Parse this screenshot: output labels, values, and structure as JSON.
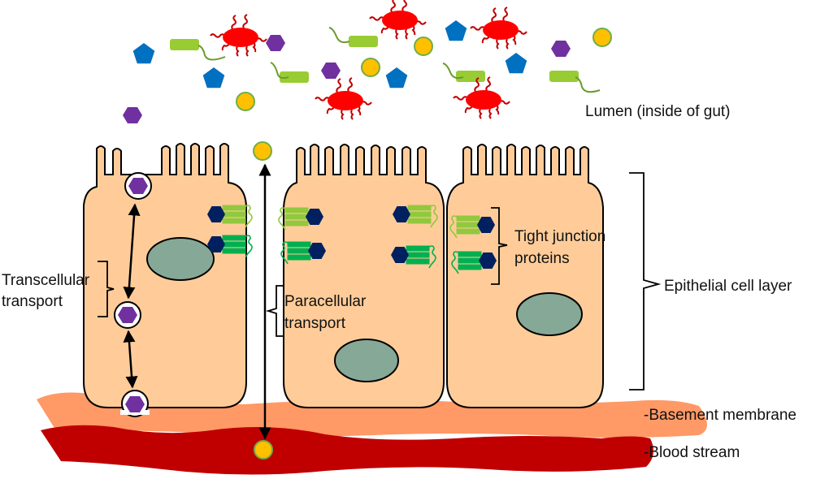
{
  "labels": {
    "lumen": "Lumen (inside of gut)",
    "transcellular_line1": "Transcellular",
    "transcellular_line2": "transport",
    "paracellular_line1": "Paracellular",
    "paracellular_line2": "transport",
    "tight_junction_line1": "Tight junction",
    "tight_junction_line2": "proteins",
    "epithelial": "Epithelial cell layer",
    "basement": "-Basement membrane",
    "blood": "-Blood stream"
  },
  "colors": {
    "cell_fill": "#FFCC99",
    "nucleus_fill": "#86A897",
    "basement_membrane": "#FF9966",
    "blood_stream": "#C00000",
    "bacteria": "#FF0000",
    "bacteria_flagella": "#C00000",
    "pentagon": "#0070C0",
    "hexagon": "#7030A0",
    "circle_fill": "#FFC000",
    "circle_stroke": "#70AD47",
    "rod": "#99CC33",
    "rod_tail": "#6B9A2E",
    "tj_protein_light": "#92C83E",
    "tj_protein_dark": "#00B050",
    "tj_anchor": "#002060"
  },
  "legend_items": [
    "Lumen (inside of gut)",
    "Epithelial cell layer",
    "Basement membrane",
    "Blood stream"
  ]
}
